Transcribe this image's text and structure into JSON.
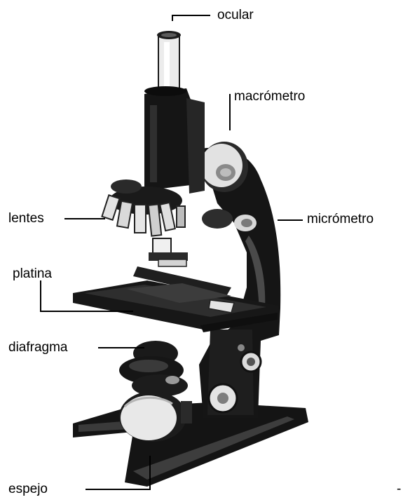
{
  "labels": {
    "ocular": "ocular",
    "macrometro": "macrómetro",
    "lentes": "lentes",
    "micrometro": "micrómetro",
    "platina": "platina",
    "diafragma": "diafragma",
    "espejo": "espejo",
    "dash": "-"
  },
  "colors": {
    "ink": "#111111",
    "metal_light": "#e6e6e6",
    "metal_mid": "#9a9a9a",
    "background": "#ffffff"
  }
}
